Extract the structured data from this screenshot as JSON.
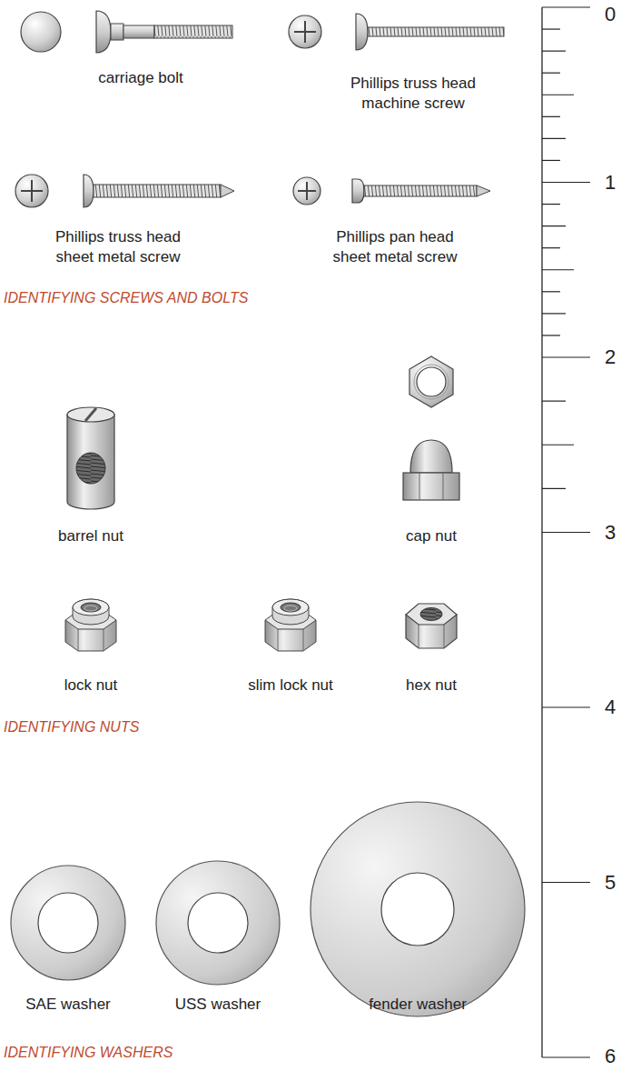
{
  "diagram": {
    "labels": [
      "carriage bolt",
      "Phillips truss head machine screw",
      "Phillips truss head sheet metal screw",
      "Phillips pan head sheet metal screw",
      "IDENTIFYING SCREWS AND BOLTS",
      "barrel nut",
      "cap nut",
      "lock nut",
      "slim lock nut",
      "hex nut",
      "IDENTIFYING NUTS",
      "SAE washer",
      "USS washer",
      "fender washer",
      "IDENTIFYING WASHERS",
      "0",
      "1",
      "2",
      "3",
      "4",
      "5",
      "6"
    ]
  }
}
